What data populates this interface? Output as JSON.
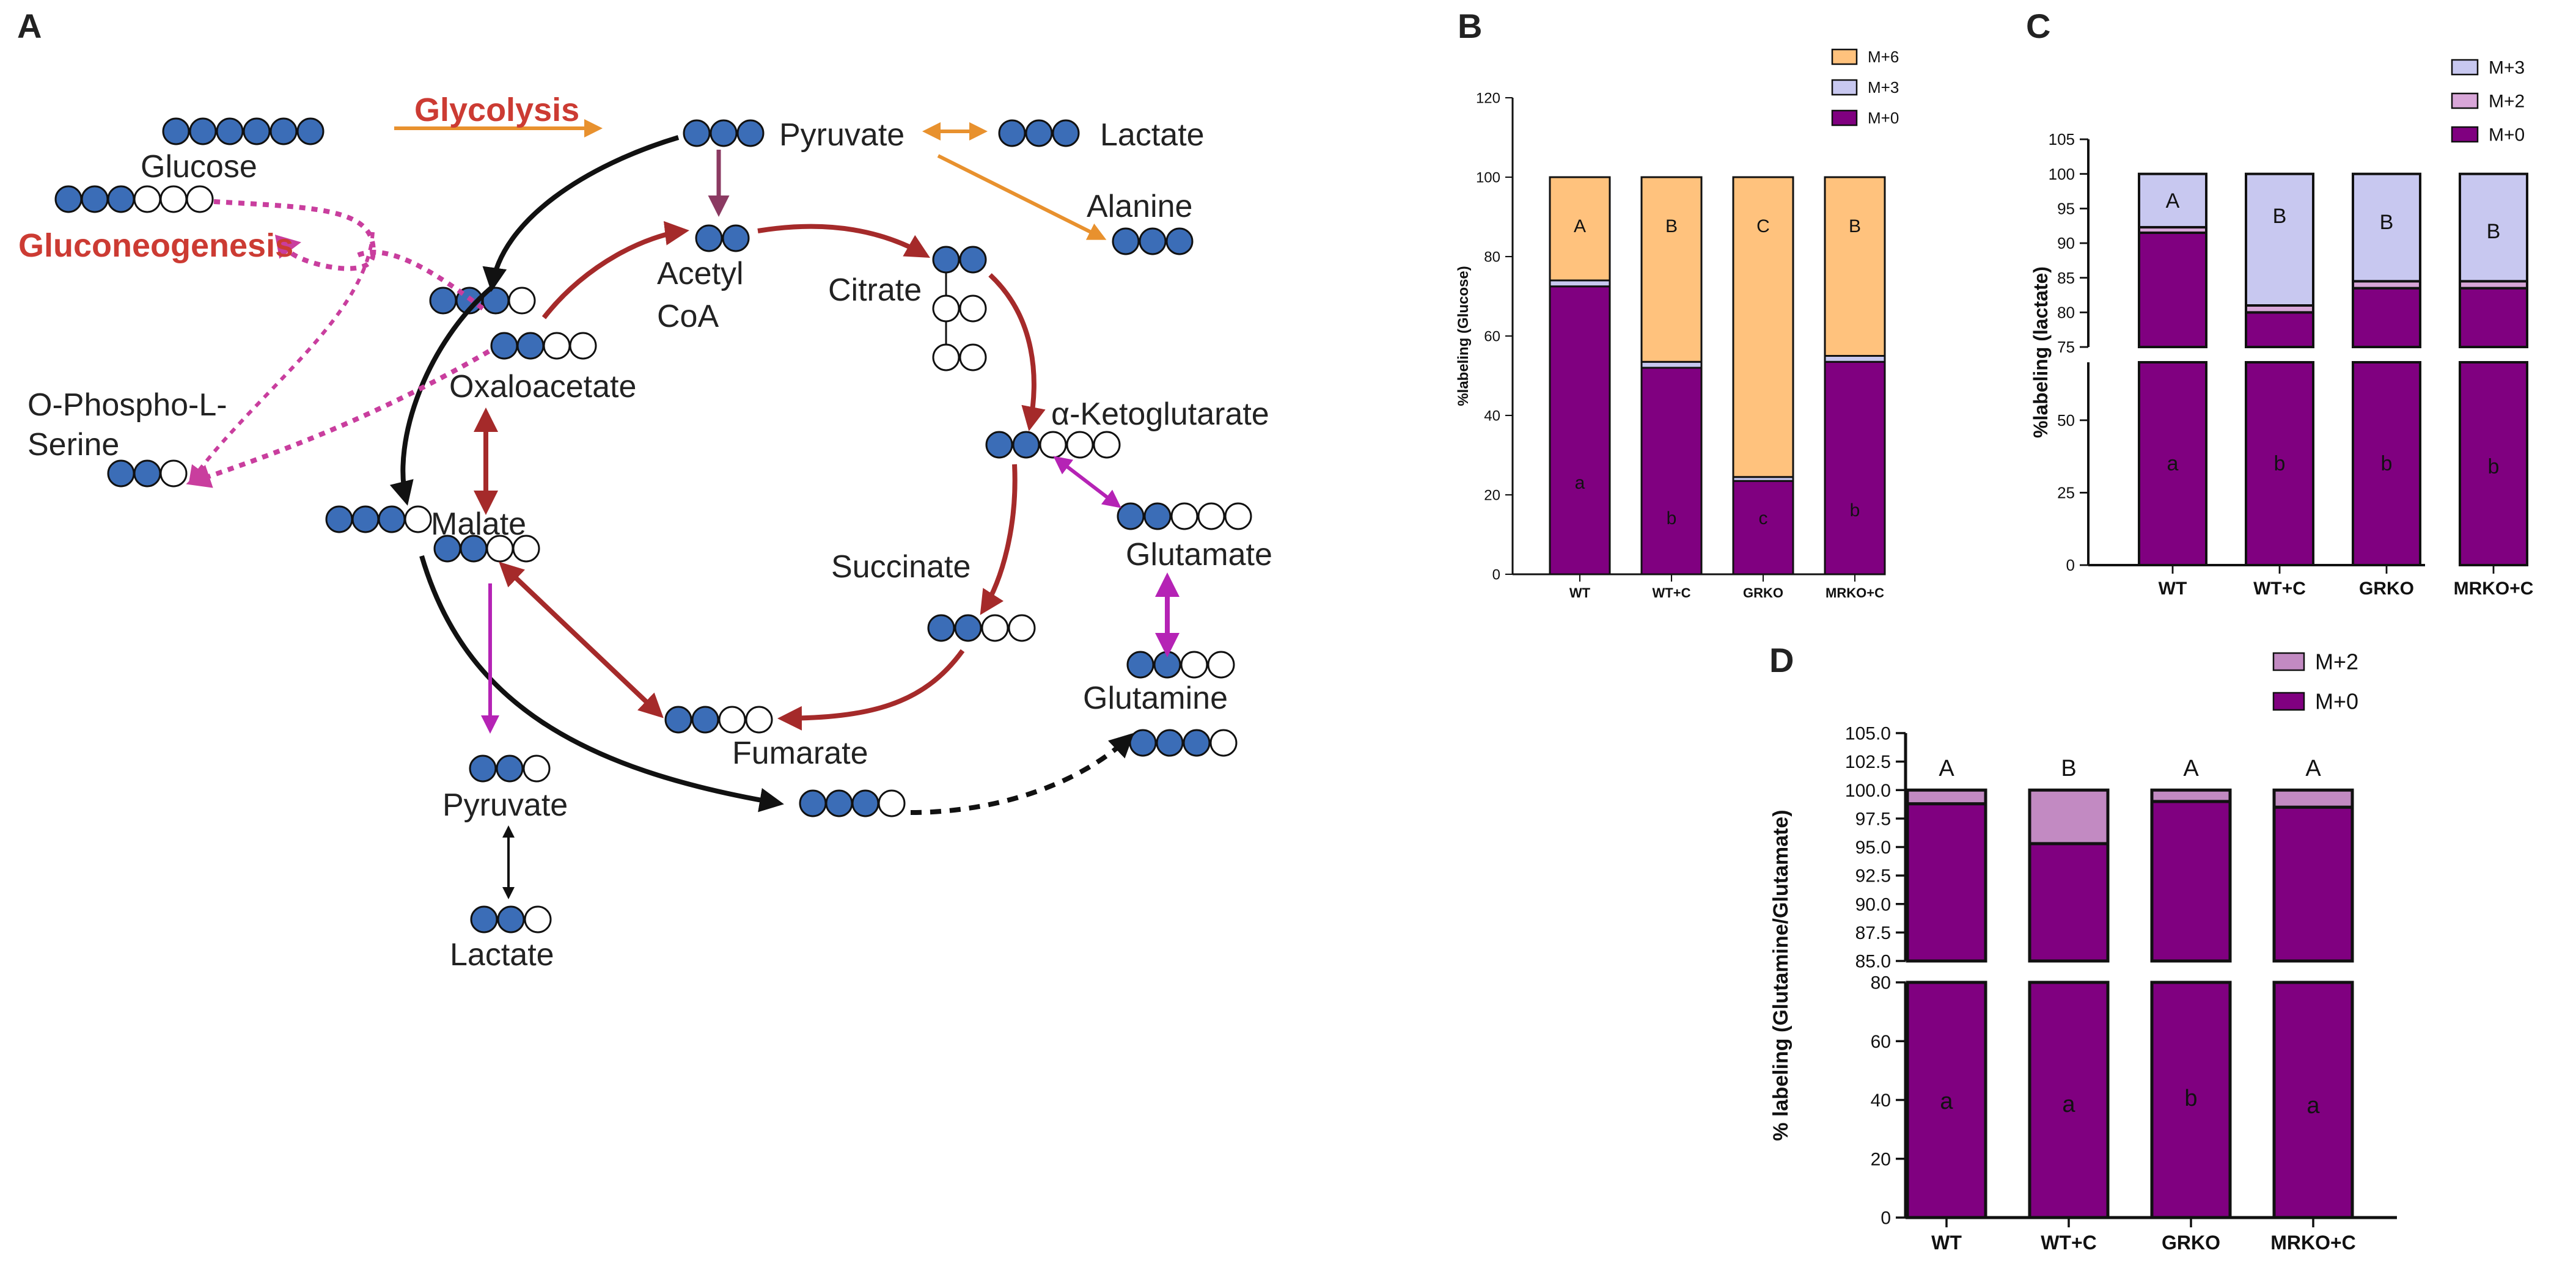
{
  "panels": {
    "a": "A",
    "b": "B",
    "c": "C",
    "d": "D"
  },
  "pathway": {
    "process_labels": {
      "glycolysis": "Glycolysis",
      "gluconeogenesis": "Gluconeogenesis"
    },
    "metabolites": {
      "glucose": "Glucose",
      "pyruvate_top": "Pyruvate",
      "lactate_top": "Lactate",
      "alanine": "Alanine",
      "acetyl": "Acetyl",
      "coa": "CoA",
      "citrate": "Citrate",
      "oxaloacetate": "Oxaloacetate",
      "akg": "α-Ketoglutarate",
      "ophospho_1": "O-Phospho-L-",
      "ophospho_2": "Serine",
      "malate": "Malate",
      "glutamate": "Glutamate",
      "succinate": "Succinate",
      "glutamine": "Glutamine",
      "fumarate": "Fumarate",
      "pyruvate_bottom": "Pyruvate",
      "lactate_bottom": "Lactate"
    },
    "colors": {
      "filled_carbon": "#3b6db7",
      "tca_arrow": "#a52a2a",
      "glycolysis_arrow": "#e8912e",
      "gluconeogenesis_arrow": "#c93e9e",
      "serine_arrow": "#c93e9e",
      "pyruvate_arrow": "#8b3a62",
      "glutamate_arrow": "#b523b5",
      "main_arrow": "#111111",
      "process_text": "#cc3b33"
    }
  },
  "chart_data": [
    {
      "type": "bar",
      "panel": "B",
      "stacked": true,
      "categories": [
        "WT",
        "WT+C",
        "GRKO",
        "MRKO+C"
      ],
      "ylabel": "%labeling (Glucose)",
      "ylim": [
        0,
        120
      ],
      "yticks": [
        0,
        20,
        40,
        60,
        80,
        100,
        120
      ],
      "legend": [
        "M+6",
        "M+3",
        "M+0"
      ],
      "legend_position": "top-right",
      "series": [
        {
          "name": "M+0",
          "values": [
            72.5,
            52,
            23.5,
            53.5
          ],
          "color": "#800080"
        },
        {
          "name": "M+3",
          "values": [
            1.5,
            1.5,
            1,
            1.5
          ],
          "color": "#c8c8f0"
        },
        {
          "name": "M+6",
          "values": [
            26,
            46.5,
            75.5,
            45
          ],
          "color": "#ffc27d"
        }
      ],
      "upper_letters": [
        "A",
        "B",
        "C",
        "B"
      ],
      "lower_letters": [
        "a",
        "b",
        "c",
        "b"
      ]
    },
    {
      "type": "bar",
      "panel": "C",
      "stacked": true,
      "categories": [
        "WT",
        "WT+C",
        "GRKO",
        "MRKO+C"
      ],
      "ylabel": "%labeling (lactate)",
      "ylim": [
        0,
        105
      ],
      "axis_break": [
        70,
        75
      ],
      "yticks": [
        0,
        25,
        50,
        75,
        80,
        85,
        90,
        95,
        100,
        105
      ],
      "legend": [
        "M+3",
        "M+2",
        "M+0"
      ],
      "legend_position": "top-right",
      "series": [
        {
          "name": "M+0",
          "values": [
            91.5,
            80,
            83.5,
            83.5
          ],
          "color": "#800080"
        },
        {
          "name": "M+2",
          "values": [
            0.8,
            1,
            1,
            1
          ],
          "color": "#d8a6d8"
        },
        {
          "name": "M+3",
          "values": [
            7.7,
            19,
            15.5,
            15.5
          ],
          "color": "#c8c8f0"
        }
      ],
      "upper_letters": [
        "A",
        "B",
        "B",
        "B"
      ],
      "lower_letters": [
        "a",
        "b",
        "b",
        "b"
      ]
    },
    {
      "type": "bar",
      "panel": "D",
      "stacked": true,
      "categories": [
        "WT",
        "WT+C",
        "GRKO",
        "MRKO+C"
      ],
      "ylabel": "% labeling (Glutamine/Glutamate)",
      "ylim": [
        0,
        105
      ],
      "axis_break": [
        80,
        85
      ],
      "yticks": [
        0,
        20,
        40,
        60,
        80,
        85.0,
        87.5,
        90.0,
        92.5,
        95.0,
        97.5,
        100.0,
        102.5,
        105.0
      ],
      "legend": [
        "M+2",
        "M+0"
      ],
      "legend_position": "top-center",
      "series": [
        {
          "name": "M+0",
          "values": [
            98.8,
            95.3,
            99,
            98.5
          ],
          "color": "#800080"
        },
        {
          "name": "M+2",
          "values": [
            1.2,
            4.7,
            1,
            1.5
          ],
          "color": "#c28ac2"
        }
      ],
      "upper_letters": [
        "A",
        "B",
        "A",
        "A"
      ],
      "lower_letters": [
        "a",
        "a",
        "b",
        "a"
      ]
    }
  ]
}
